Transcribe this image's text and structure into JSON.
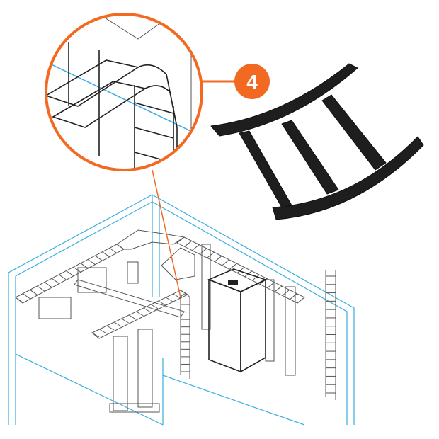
{
  "callout": {
    "number": "4"
  },
  "colors": {
    "accent": "#f26a21",
    "outline": "#3aaee0",
    "product": "#1e1e1e",
    "linework": "#555555"
  },
  "icons": {
    "magnifier": "detail-magnifier-circle",
    "product": "curved-ladder-rack-section"
  }
}
